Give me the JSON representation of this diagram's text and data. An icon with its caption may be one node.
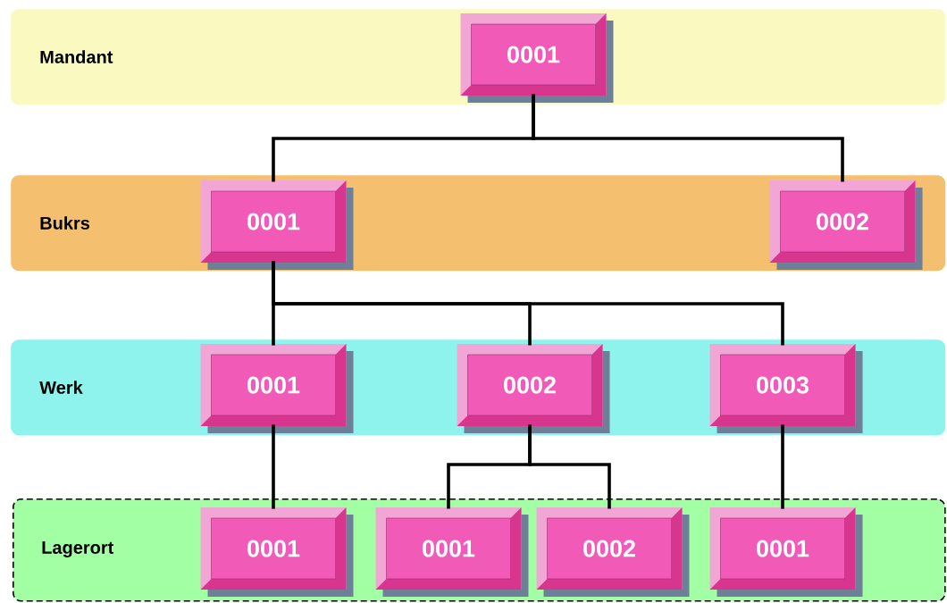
{
  "diagram": {
    "nodes": [
      {
        "text": [
          "Mandant"
        ]
      },
      {
        "text": [
          "0001"
        ],
        "in": 0
      },
      {
        "text": [
          "Bukrs"
        ]
      },
      {
        "text": [
          "0001"
        ],
        "in": 2
      },
      {
        "text": [
          "0002"
        ],
        "in": 2
      },
      {
        "text": [
          "Werk"
        ]
      },
      {
        "text": [
          "0001"
        ],
        "in": 5
      },
      {
        "text": [
          "0002"
        ],
        "in": 5
      },
      {
        "text": [
          "0003"
        ],
        "in": 5
      },
      {
        "text": [
          "Lagerort"
        ]
      },
      {
        "text": [
          "0001"
        ],
        "in": 9
      },
      {
        "text": [
          "0001"
        ],
        "in": 9
      },
      {
        "text": [
          "0002"
        ],
        "in": 9
      },
      {
        "text": [
          "0001"
        ],
        "in": 9
      }
    ],
    "edges": [
      {
        "from": 1,
        "to": 3,
        "arrow": "none"
      },
      {
        "from": 1,
        "to": 4,
        "arrow": "none"
      },
      {
        "from": 3,
        "to": 6,
        "arrow": "none"
      },
      {
        "from": 3,
        "to": 7,
        "arrow": "none"
      },
      {
        "from": 3,
        "to": 8,
        "arrow": "none"
      },
      {
        "from": 6,
        "to": 10,
        "arrow": "none"
      },
      {
        "from": 7,
        "to": 11,
        "arrow": "none"
      },
      {
        "from": 7,
        "to": 12,
        "arrow": "none"
      },
      {
        "from": 8,
        "to": 13,
        "arrow": "none"
      }
    ]
  }
}
